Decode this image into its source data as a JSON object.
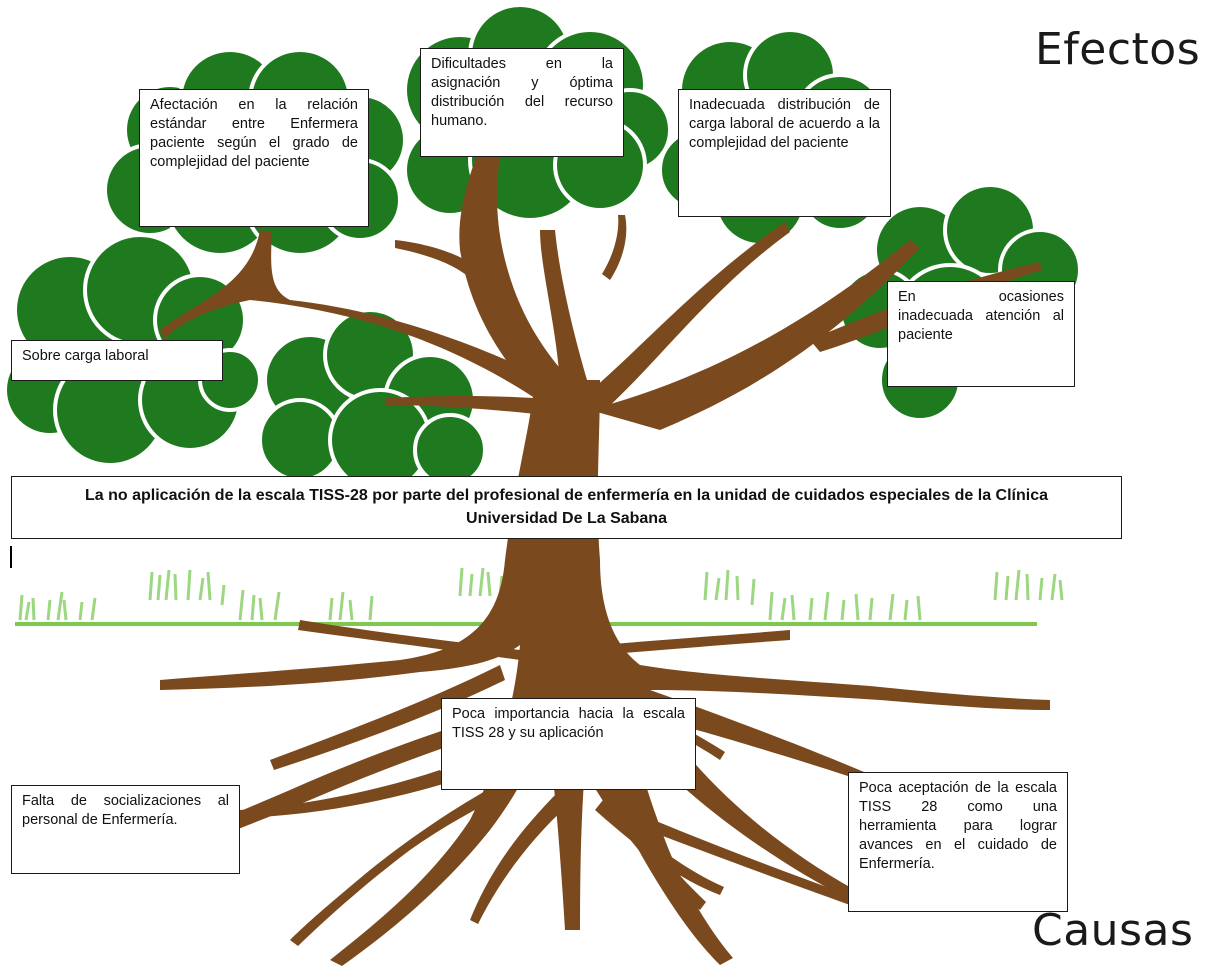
{
  "labels": {
    "effects": "Efectos",
    "causes": "Causas"
  },
  "problem": "La no aplicación de la escala TISS-28 por parte del profesional de enfermería en la unidad de cuidados especiales de la Clínica Universidad De La Sabana",
  "effects": [
    "Afectación en la relación estándar entre Enfermera paciente según el grado de complejidad del paciente",
    "Dificultades en la asignación y óptima distribución del recurso humano.",
    "Inadecuada distribución de carga laboral de acuerdo a la complejidad del paciente",
    "Sobre carga laboral",
    "En ocasiones inadecuada atención al paciente"
  ],
  "causes": [
    "Poca importancia hacia la escala TISS 28 y su aplicación",
    "Falta de socializaciones al personal de Enfermería.",
    "Poca aceptación de la escala TISS 28 como una herramienta para lograr avances en el cuidado de Enfermería."
  ],
  "colors": {
    "foliage": "#1f7a1f",
    "foliage_edge": "#ffffff",
    "trunk": "#7a4a1e",
    "grass": "#8bd06b",
    "ground_line": "#7ec850"
  }
}
